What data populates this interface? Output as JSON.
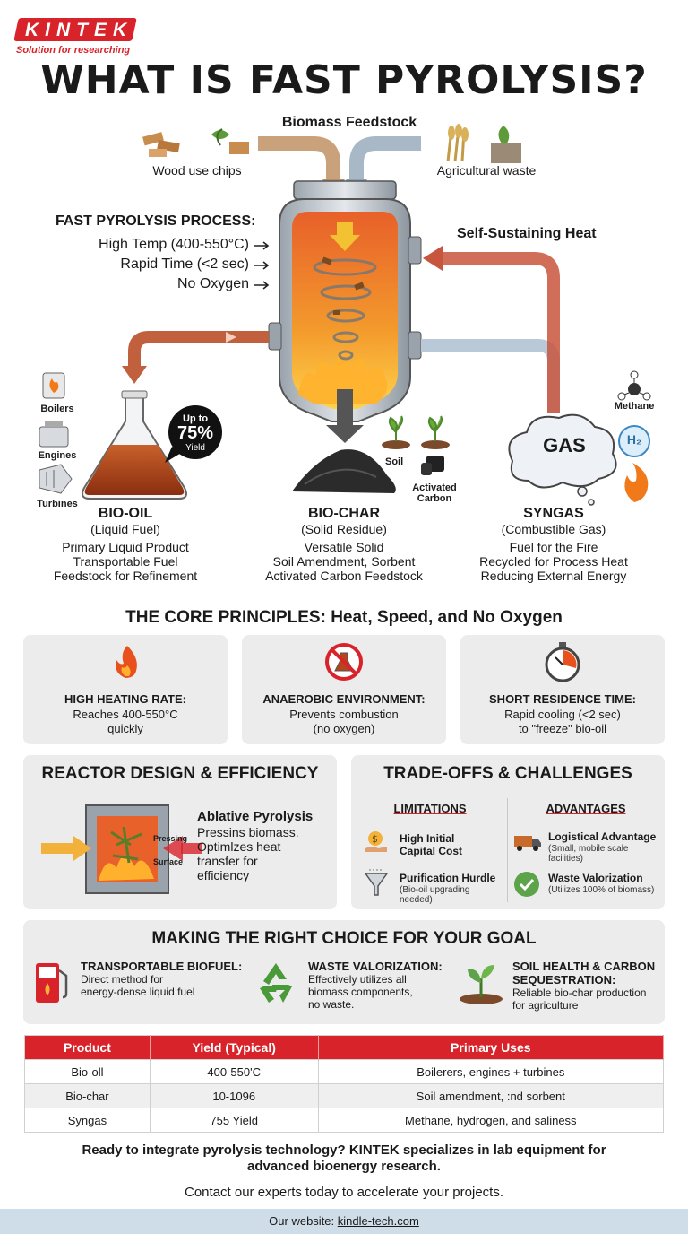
{
  "brand": {
    "name": "KINTEK",
    "tagline": "Solution for researching"
  },
  "title": "WHAT IS FAST PYROLYSIS?",
  "feedstock": {
    "heading": "Biomass Feedstock",
    "left": "Wood use chips",
    "right": "Agricultural waste"
  },
  "process": {
    "heading": "FAST PYROLYSIS PROCESS:",
    "lines": [
      "High Temp (400-550°C)",
      "Rapid Time (<2 sec)",
      "No Oxygen"
    ]
  },
  "heat_label": "Self-Sustaining Heat",
  "yield_badge": {
    "top": "Up to",
    "value": "75%",
    "bottom": "Yield"
  },
  "uses_left": [
    "Boilers",
    "Engines",
    "Turbines"
  ],
  "char_uses": [
    "Soil",
    "Activated Carbon"
  ],
  "gas": {
    "label": "GAS",
    "methane": "Methane",
    "h2": "H₂"
  },
  "products": [
    {
      "title": "BIO-OIL",
      "sub": "(Liquid Fuel)",
      "desc": [
        "Primary Liquid Product",
        "Transportable Fuel",
        "Feedstock for Refinement"
      ]
    },
    {
      "title": "BIO-CHAR",
      "sub": "(Solid Residue)",
      "desc": [
        "Versatile Solid",
        "Soil Amendment, Sorbent",
        "Activated Carbon Feedstock"
      ]
    },
    {
      "title": "SYNGAS",
      "sub": "(Combustible Gas)",
      "desc": [
        "Fuel for the Fire",
        "Recycled for Process Heat",
        "Reducing External Energy"
      ]
    }
  ],
  "principles": {
    "heading": "THE CORE PRINCIPLES: Heat, Speed, and No Oxygen",
    "cards": [
      {
        "icon": "flame-icon",
        "title": "HIGH HEATING RATE:",
        "desc": [
          "Reaches 400-550°C",
          "quickly"
        ]
      },
      {
        "icon": "no-oxygen-icon",
        "title": "ANAEROBIC ENVIRONMENT:",
        "desc": [
          "Prevents combustion",
          "(no oxygen)"
        ]
      },
      {
        "icon": "stopwatch-icon",
        "title": "SHORT RESIDENCE TIME:",
        "desc": [
          "Rapid cooling (<2 sec)",
          "to \"freeze\" bio-oil"
        ]
      }
    ]
  },
  "reactor": {
    "heading": "REACTOR DESIGN & EFFICIENCY",
    "pressing": "Pressing",
    "surface": "Surface",
    "title": "Ablative Pyrolysis",
    "desc": [
      "Pressins biomass.",
      "Optimlzes heat",
      "transfer for",
      "efficiency"
    ]
  },
  "tradeoffs": {
    "heading": "TRADE-OFFS & CHALLENGES",
    "limitations_h": "LIMITATIONS",
    "advantages_h": "ADVANTAGES",
    "limitations": [
      {
        "title": [
          "High Initial",
          "Capital Cost"
        ],
        "desc": []
      },
      {
        "title": [
          "Purification Hurdle"
        ],
        "desc": [
          "(Bio-oil upgrading",
          "needed)"
        ]
      }
    ],
    "advantages": [
      {
        "title": [
          "Logistical Advantage"
        ],
        "desc": [
          "(Small, mobile scale",
          "facilities)"
        ]
      },
      {
        "title": [
          "Waste Valorization"
        ],
        "desc": [
          "(Utilizes 100% of biomass)"
        ]
      }
    ]
  },
  "choice": {
    "heading": "MAKING THE RIGHT CHOICE FOR YOUR GOAL",
    "items": [
      {
        "title": [
          "TRANSPORTABLE BIOFUEL:"
        ],
        "desc": [
          "Direct method for",
          "energy-dense liquid fuel"
        ]
      },
      {
        "title": [
          "WASTE VALORIZATION:"
        ],
        "desc": [
          "Effectively utilizes all",
          "biomass components,",
          "no waste."
        ]
      },
      {
        "title": [
          "SOIL HEALTH & CARBON",
          "SEQUESTRATION:"
        ],
        "desc": [
          "Reliable bio-char production",
          "for agriculture"
        ]
      }
    ]
  },
  "table": {
    "headers": [
      "Product",
      "Yield (Typical)",
      "Primary Uses"
    ],
    "rows": [
      [
        "Bio-oll",
        "400-550'C",
        "Boilerers, engines + turbines"
      ],
      [
        "Bio-char",
        "10-1096",
        "Soil amendment, :nd sorbent"
      ],
      [
        "Syngas",
        "755 Yield",
        "Methane, hydrogen, and saliness"
      ]
    ]
  },
  "cta": {
    "line1": "Ready to integrate pyrolysis technology? KINTEK specializes in lab equipment for",
    "line2": "advanced bioenergy research.",
    "line3": "Contact our experts today to accelerate your projects."
  },
  "footer": {
    "prefix": "Our website: ",
    "link": "kindle-tech.com"
  },
  "colors": {
    "accent": "#d8232a",
    "oil": "#b5451b",
    "pipe_hot": "#c8553d",
    "pipe_cool": "#b9c9d8"
  }
}
